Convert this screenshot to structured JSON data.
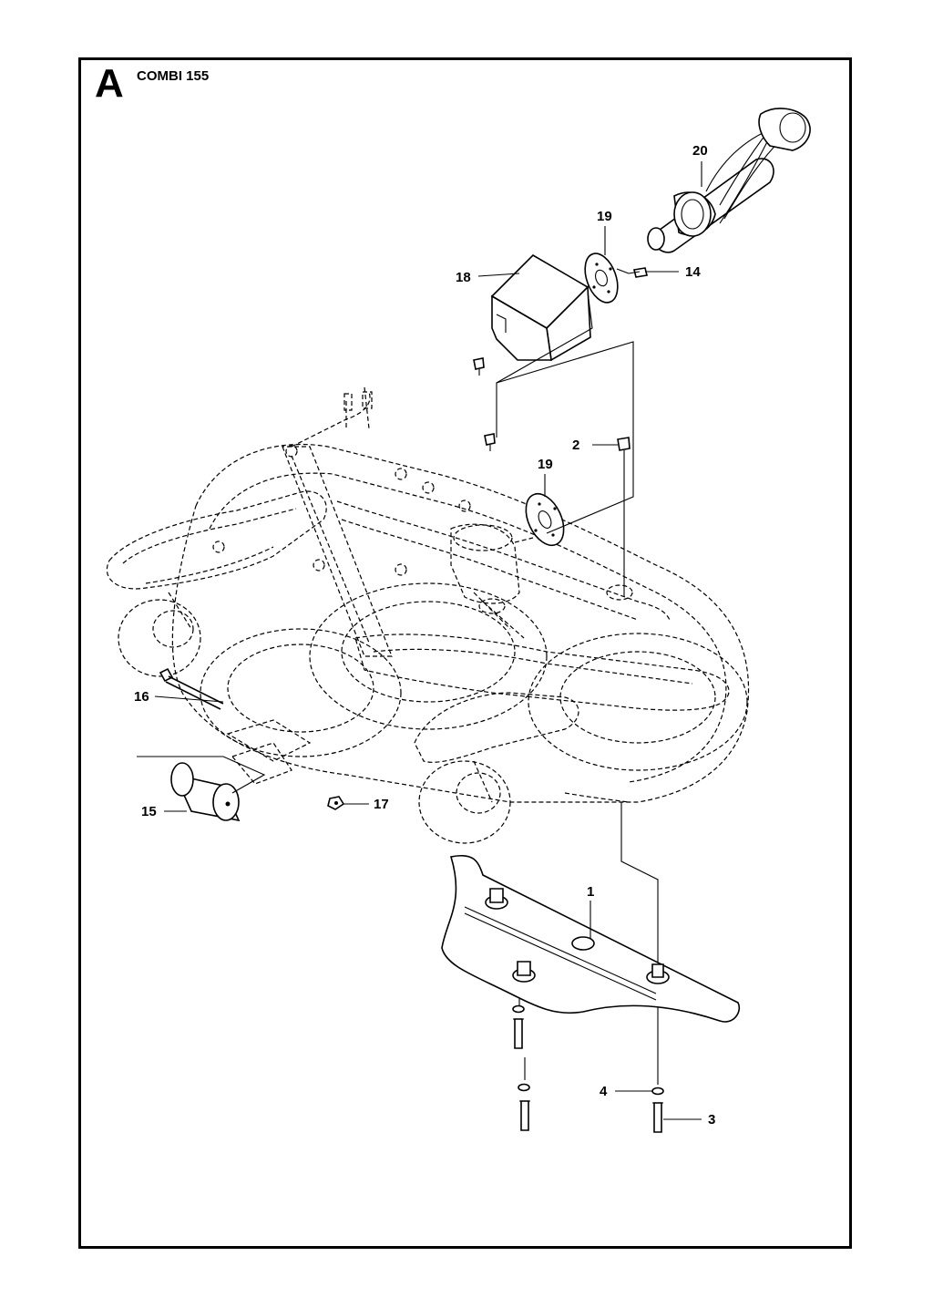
{
  "header": {
    "section_letter": "A",
    "model": "COMBI 155"
  },
  "callouts": {
    "c1": "1",
    "c2": "2",
    "c3": "3",
    "c4": "4",
    "c14": "14",
    "c15": "15",
    "c16": "16",
    "c17": "17",
    "c18": "18",
    "c19a": "19",
    "c19b": "19",
    "c20": "20"
  }
}
